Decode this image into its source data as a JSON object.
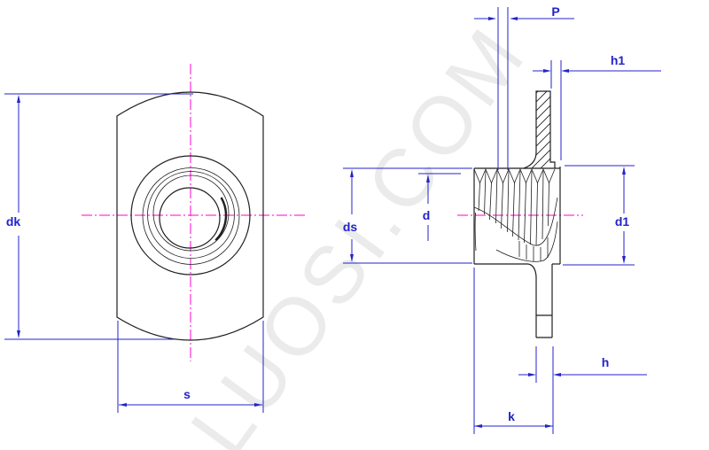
{
  "drawing": {
    "watermark": "LUOSI.COM",
    "views": {
      "face_view": "face-view",
      "section_view": "section-view"
    },
    "dimensions": {
      "dk": "dk",
      "s": "s",
      "p": "P",
      "h1": "h1",
      "d": "d",
      "ds": "ds",
      "d1": "d1",
      "h": "h",
      "k": "k"
    },
    "colors": {
      "dimension_blue": "#2323cb",
      "centerline_magenta": "#ff00cc",
      "outline_black": "#1f1f1f",
      "watermark_gray": "#ebebeb",
      "background": "#ffffff"
    }
  }
}
